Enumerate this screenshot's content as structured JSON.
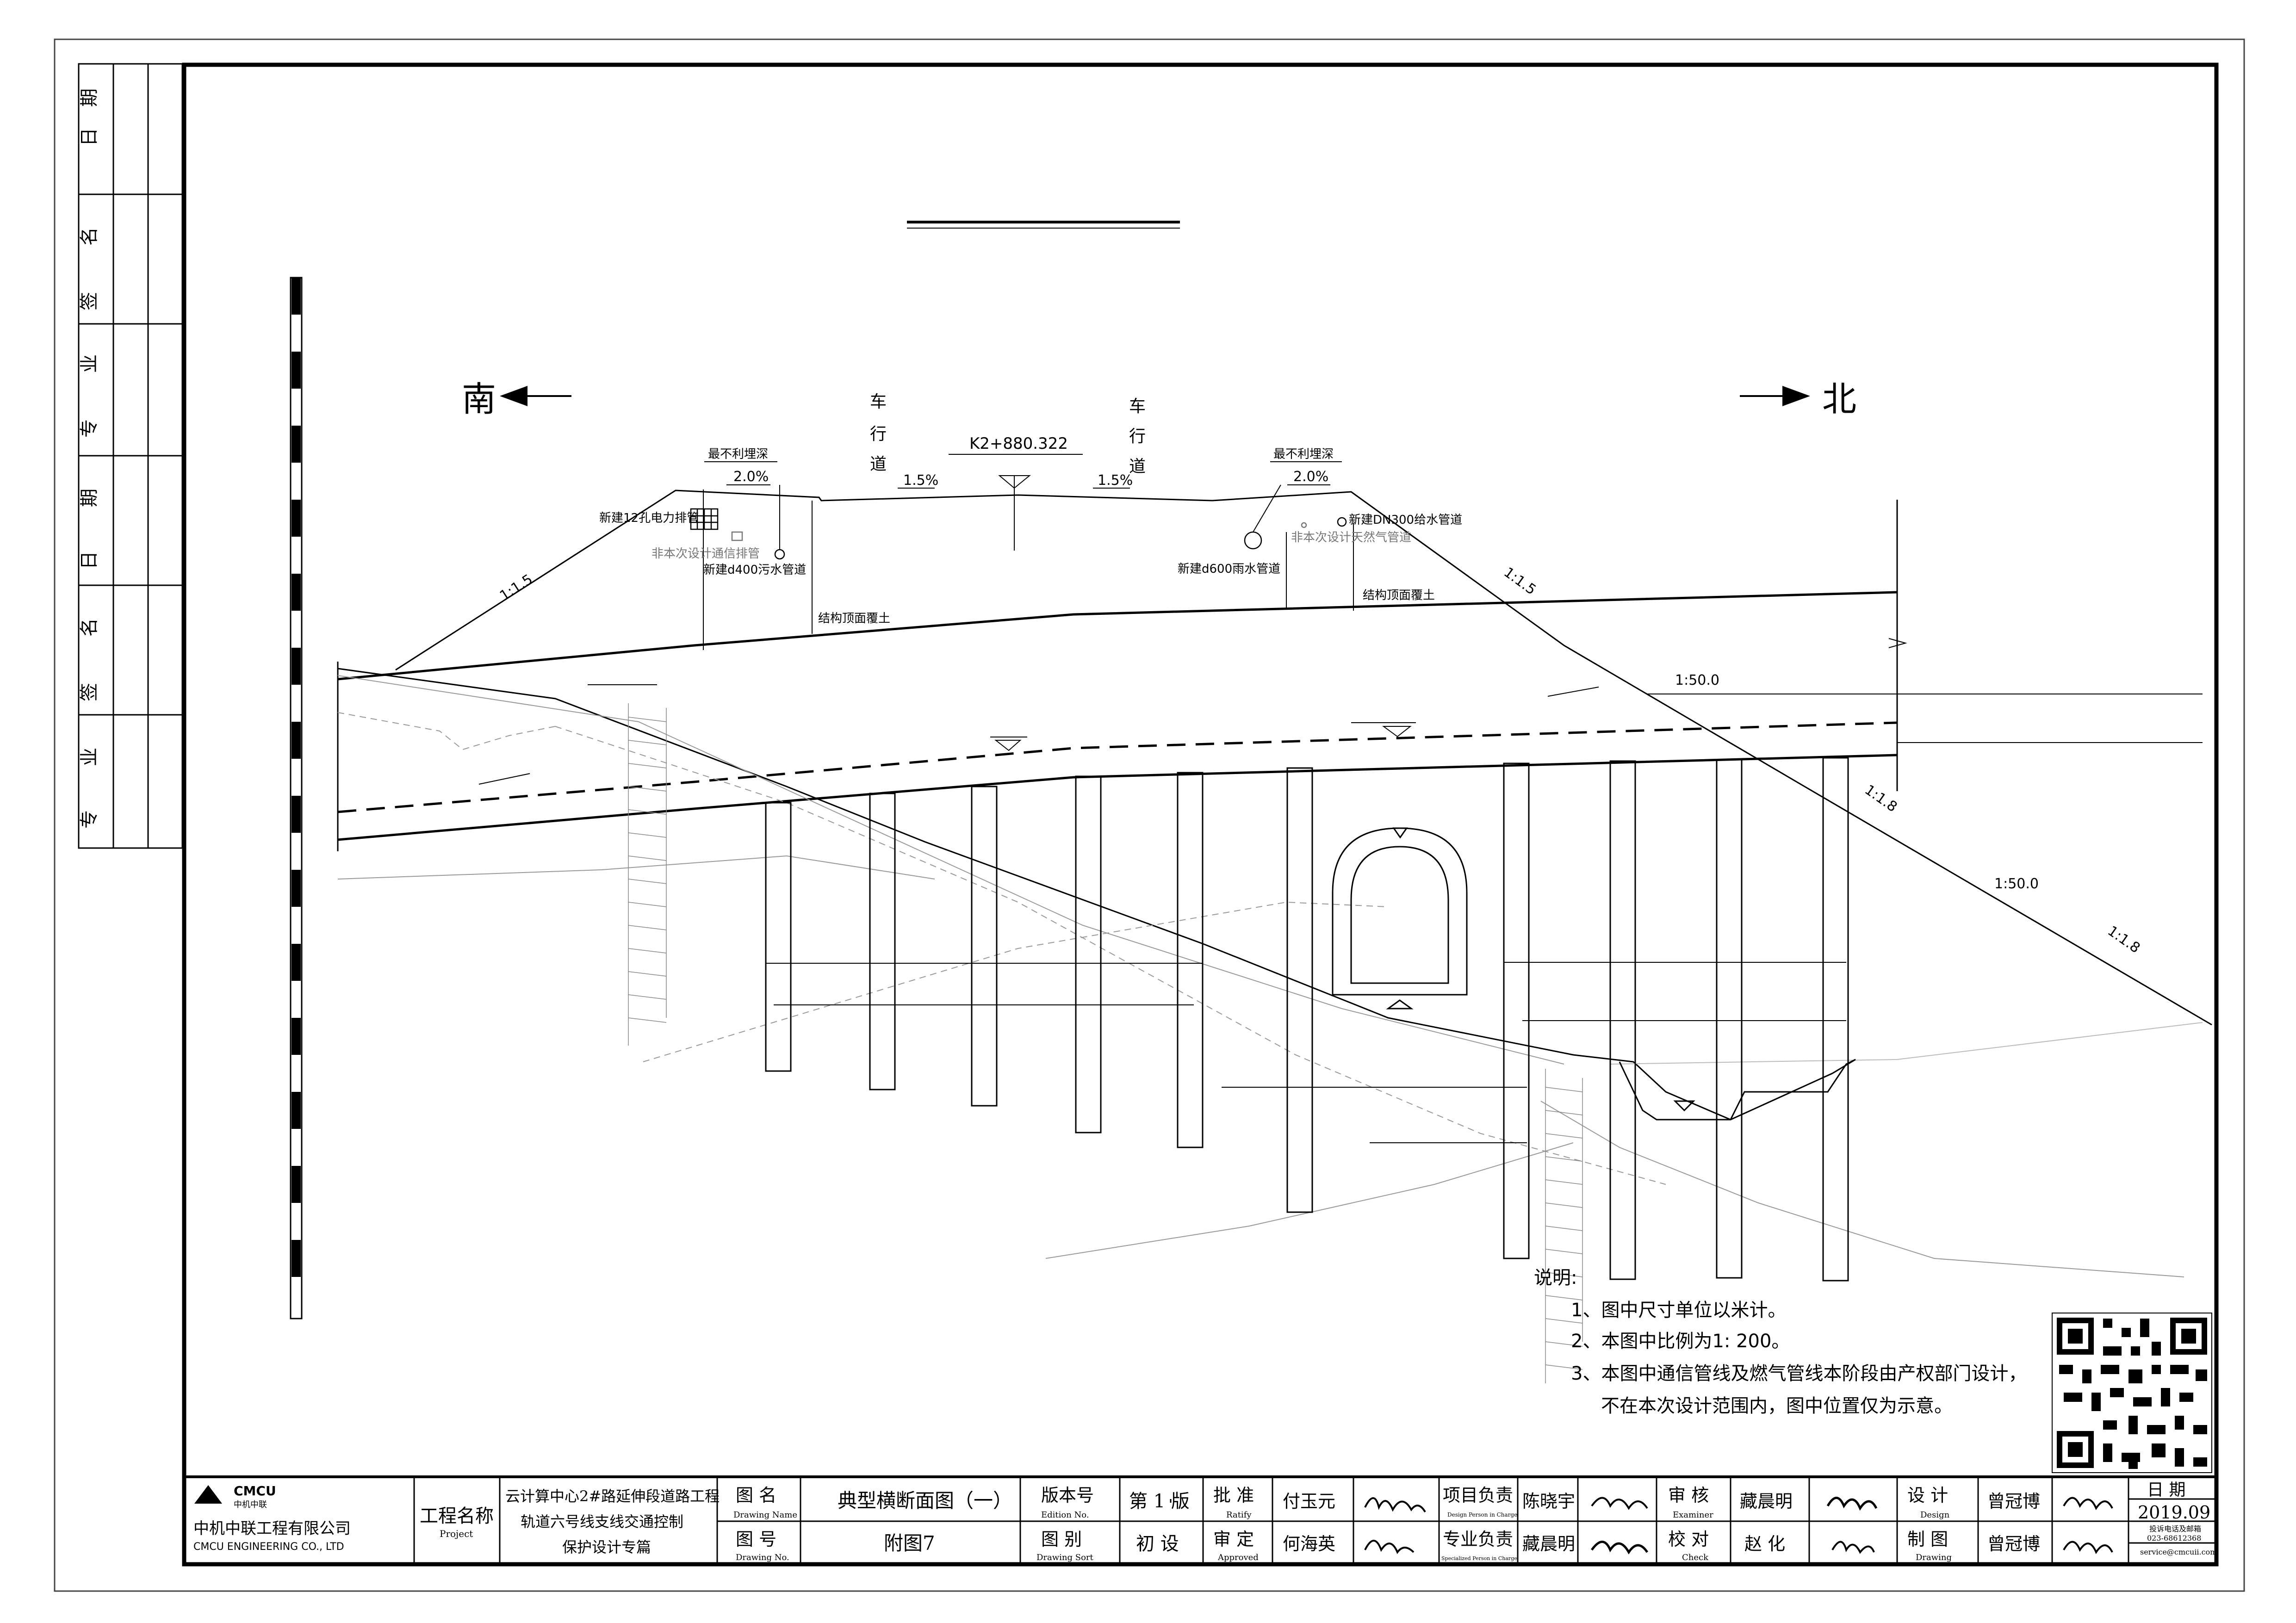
{
  "left_margin_labels": {
    "top": [
      "日",
      "期",
      "名",
      "签",
      "业",
      "专"
    ],
    "bottom": [
      "日",
      "期",
      "名",
      "签",
      "业",
      "专"
    ]
  },
  "directions": {
    "south": "南",
    "north": "北"
  },
  "station": "K2+880.322",
  "lanes": {
    "left": [
      "车",
      "行",
      "道"
    ],
    "right": [
      "车",
      "行",
      "道"
    ]
  },
  "slopes": {
    "crown_left": "1.5%",
    "crown_right": "1.5%",
    "sidewalk_left": "2.0%",
    "sidewalk_right": "2.0%",
    "embank_left": "1:1.5",
    "embank_right": "1:1.5",
    "grade_1": "1:50.0",
    "grade_2": "1:50.0",
    "cut_1": "1:1.8",
    "cut_2": "1:1.8"
  },
  "pipes": {
    "worst_depth_left": "最不利埋深",
    "worst_depth_right": "最不利埋深",
    "power": "新建12孔电力排管",
    "telecom": "非本次设计通信排管",
    "sewer": "新建d400污水管道",
    "rain": "新建d600雨水管道",
    "water": "新建DN300给水管道",
    "gas": "非本次设计天然气管道",
    "cover_left": "结构顶面覆土",
    "cover_right": "结构顶面覆土"
  },
  "notes": {
    "heading": "说明:",
    "items": [
      "1、图中尺寸单位以米计。",
      "2、本图中比例为1: 200。",
      "3、本图中通信管线及燃气管线本阶段由产权部门设计，",
      "不在本次设计范围内，图中位置仅为示意。"
    ]
  },
  "title_block": {
    "company_logo": "CMCU",
    "company_logo_sub": "中机中联",
    "company_cn": "中机中联工程有限公司",
    "company_en": "CMCU ENGINEERING CO., LTD",
    "project_label": "工程名称",
    "project_label_en": "Project",
    "project_name": [
      "云计算中心2#路延伸段道路工程",
      "轨道六号线支线交通控制",
      "保护设计专篇"
    ],
    "drawing_name_label": "图  名",
    "drawing_name_label_en": "Drawing Name",
    "drawing_name": "典型横断面图（一）",
    "drawing_no_label": "图  号",
    "drawing_no_label_en": "Drawing No.",
    "drawing_no": "附图7",
    "edition_label": "版本号",
    "edition_label_en": "Edition No.",
    "edition": "第 1 版",
    "sort_label": "图  别",
    "sort_label_en": "Drawing Sort",
    "sort": "初 设",
    "ratify_label": "批  准",
    "ratify_label_en": "Ratify",
    "ratify_name": "付玉元",
    "approved_label": "审  定",
    "approved_label_en": "Approved",
    "approved_name": "何海英",
    "design_lead_label": "项目负责",
    "design_lead_label_en": "Design Person in Charge",
    "design_lead_name": "陈晓宇",
    "spec_lead_label": "专业负责",
    "spec_lead_label_en": "Specialized Person in Charge",
    "spec_lead_name": "藏晨明",
    "examiner_label": "审  核",
    "examiner_label_en": "Examiner",
    "examiner_name": "藏晨明",
    "check_label": "校  对",
    "check_label_en": "Check",
    "check_name": "赵  化",
    "design_label": "设  计",
    "design_label_en": "Design",
    "design_name": "曾冠博",
    "drawing_label": "制  图",
    "drawing_label_en": "Drawing",
    "drawing_name_person": "曾冠博",
    "date_label": "日  期",
    "date": "2019.09",
    "complaint": "投诉电话及邮箱",
    "phone": "023-68612368",
    "email": "service@cmcuii.com"
  }
}
